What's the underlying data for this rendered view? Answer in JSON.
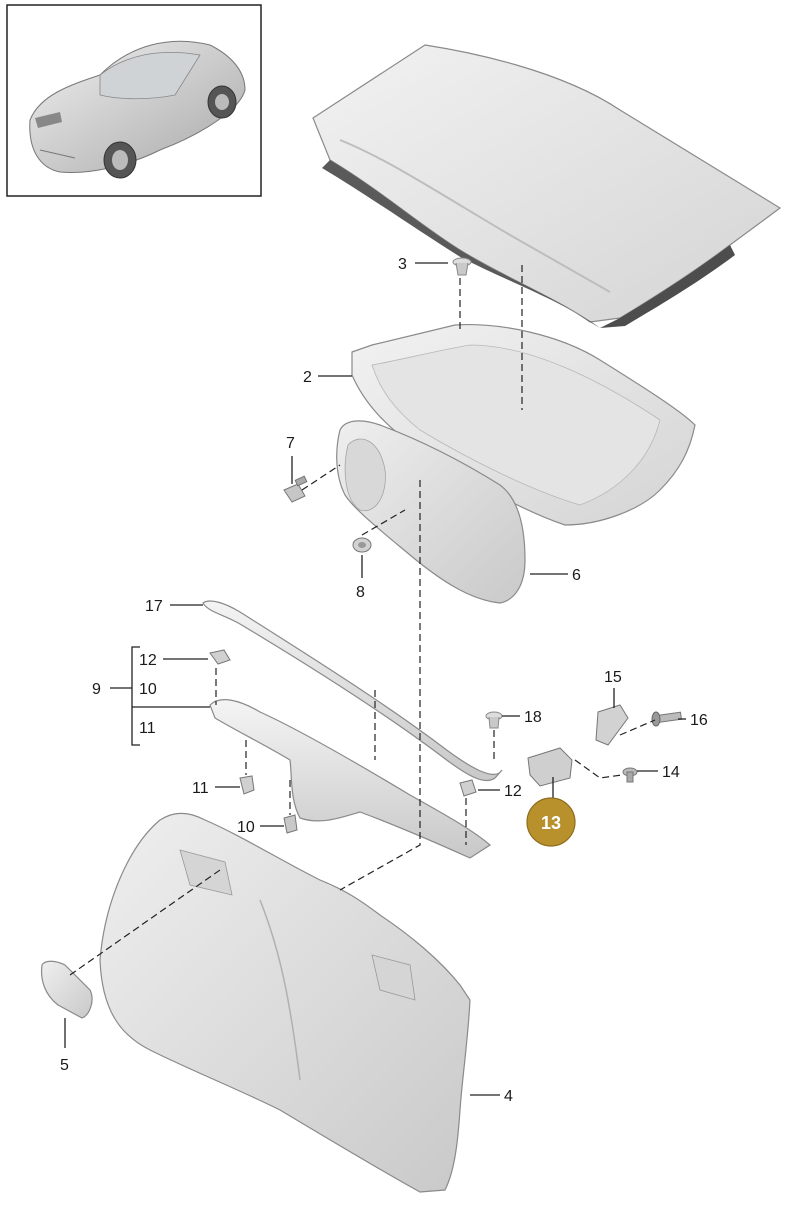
{
  "diagram": {
    "callouts": {
      "c2": "2",
      "c3": "3",
      "c4": "4",
      "c5": "5",
      "c6": "6",
      "c7": "7",
      "c8": "8",
      "c9": "9",
      "c10a": "10",
      "c10b": "10",
      "c11a": "11",
      "c11b": "11",
      "c12a": "12",
      "c12b": "12",
      "c13": "13",
      "c14": "14",
      "c15": "15",
      "c16": "16",
      "c17": "17",
      "c18": "18"
    },
    "highlight_color": "#b8902c",
    "inset_icon": "sports-car-thumbnail"
  }
}
